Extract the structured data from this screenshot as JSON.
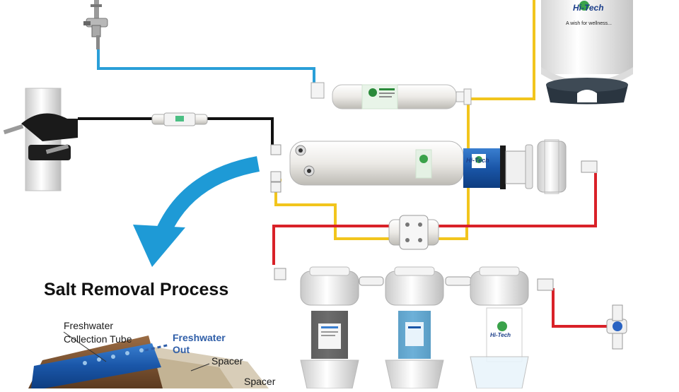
{
  "diagram": {
    "heading": "Salt Removal Process",
    "labels": {
      "collection_tube_line1": "Freshwater",
      "collection_tube_line2": "Collection Tube",
      "freshwater_out_line1": "Freshwater",
      "freshwater_out_line2": "Out",
      "spacer_1": "Spacer",
      "spacer_2": "Spacer"
    },
    "branding": {
      "brand_name": "Hi-Tech",
      "tank_slogan": "A wish for wellness..."
    },
    "pipe_colors": {
      "inlet_blue": "#2a9fd8",
      "feed_black": "#111111",
      "product_yellow": "#f2c51d",
      "drain_red": "#d92128",
      "arrow_blue": "#1e9ad6"
    }
  }
}
